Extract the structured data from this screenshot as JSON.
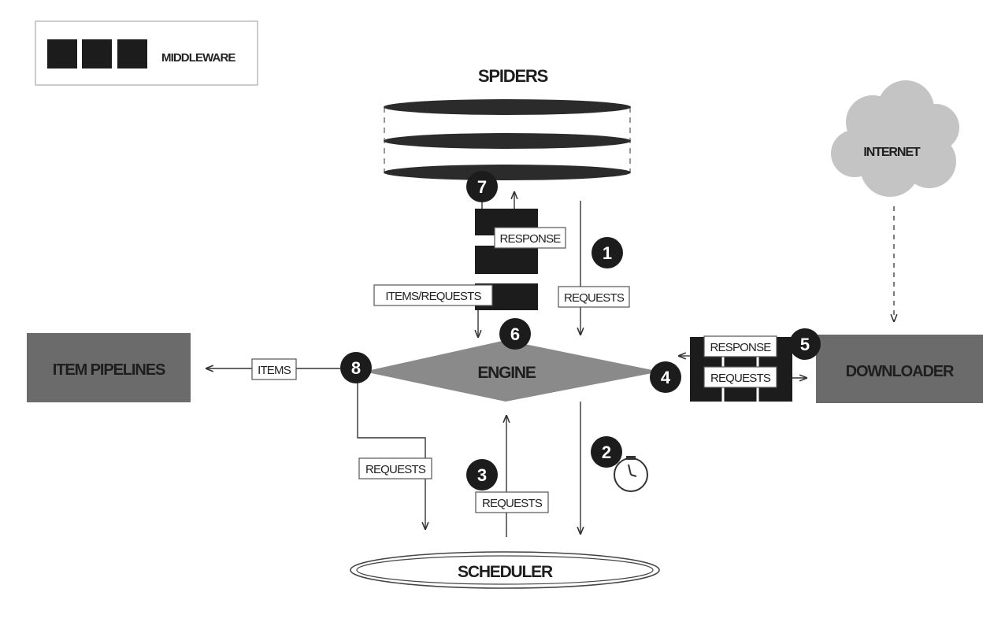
{
  "legend": {
    "label": "MIDDLEWARE"
  },
  "components": {
    "spiders": "SPIDERS",
    "engine": "ENGINE",
    "scheduler": "SCHEDULER",
    "downloader": "DOWNLOADER",
    "item_pipelines": "ITEM PIPELINES",
    "internet": "INTERNET"
  },
  "labels": {
    "response_spider": "RESPONSE",
    "items_requests": "ITEMS/REQUESTS",
    "requests_1": "REQUESTS",
    "items": "ITEMS",
    "requests_8": "REQUESTS",
    "requests_3": "REQUESTS",
    "response_downloader": "RESPONSE",
    "requests_downloader": "REQUESTS"
  },
  "steps": [
    "1",
    "2",
    "3",
    "4",
    "5",
    "6",
    "7",
    "8"
  ],
  "colors": {
    "dark": "#1c1c1c",
    "box_gray": "#6b6b6b",
    "engine_gray": "#8a8a8a",
    "cloud_gray": "#c4c4c4",
    "line": "#3a3a3a"
  }
}
